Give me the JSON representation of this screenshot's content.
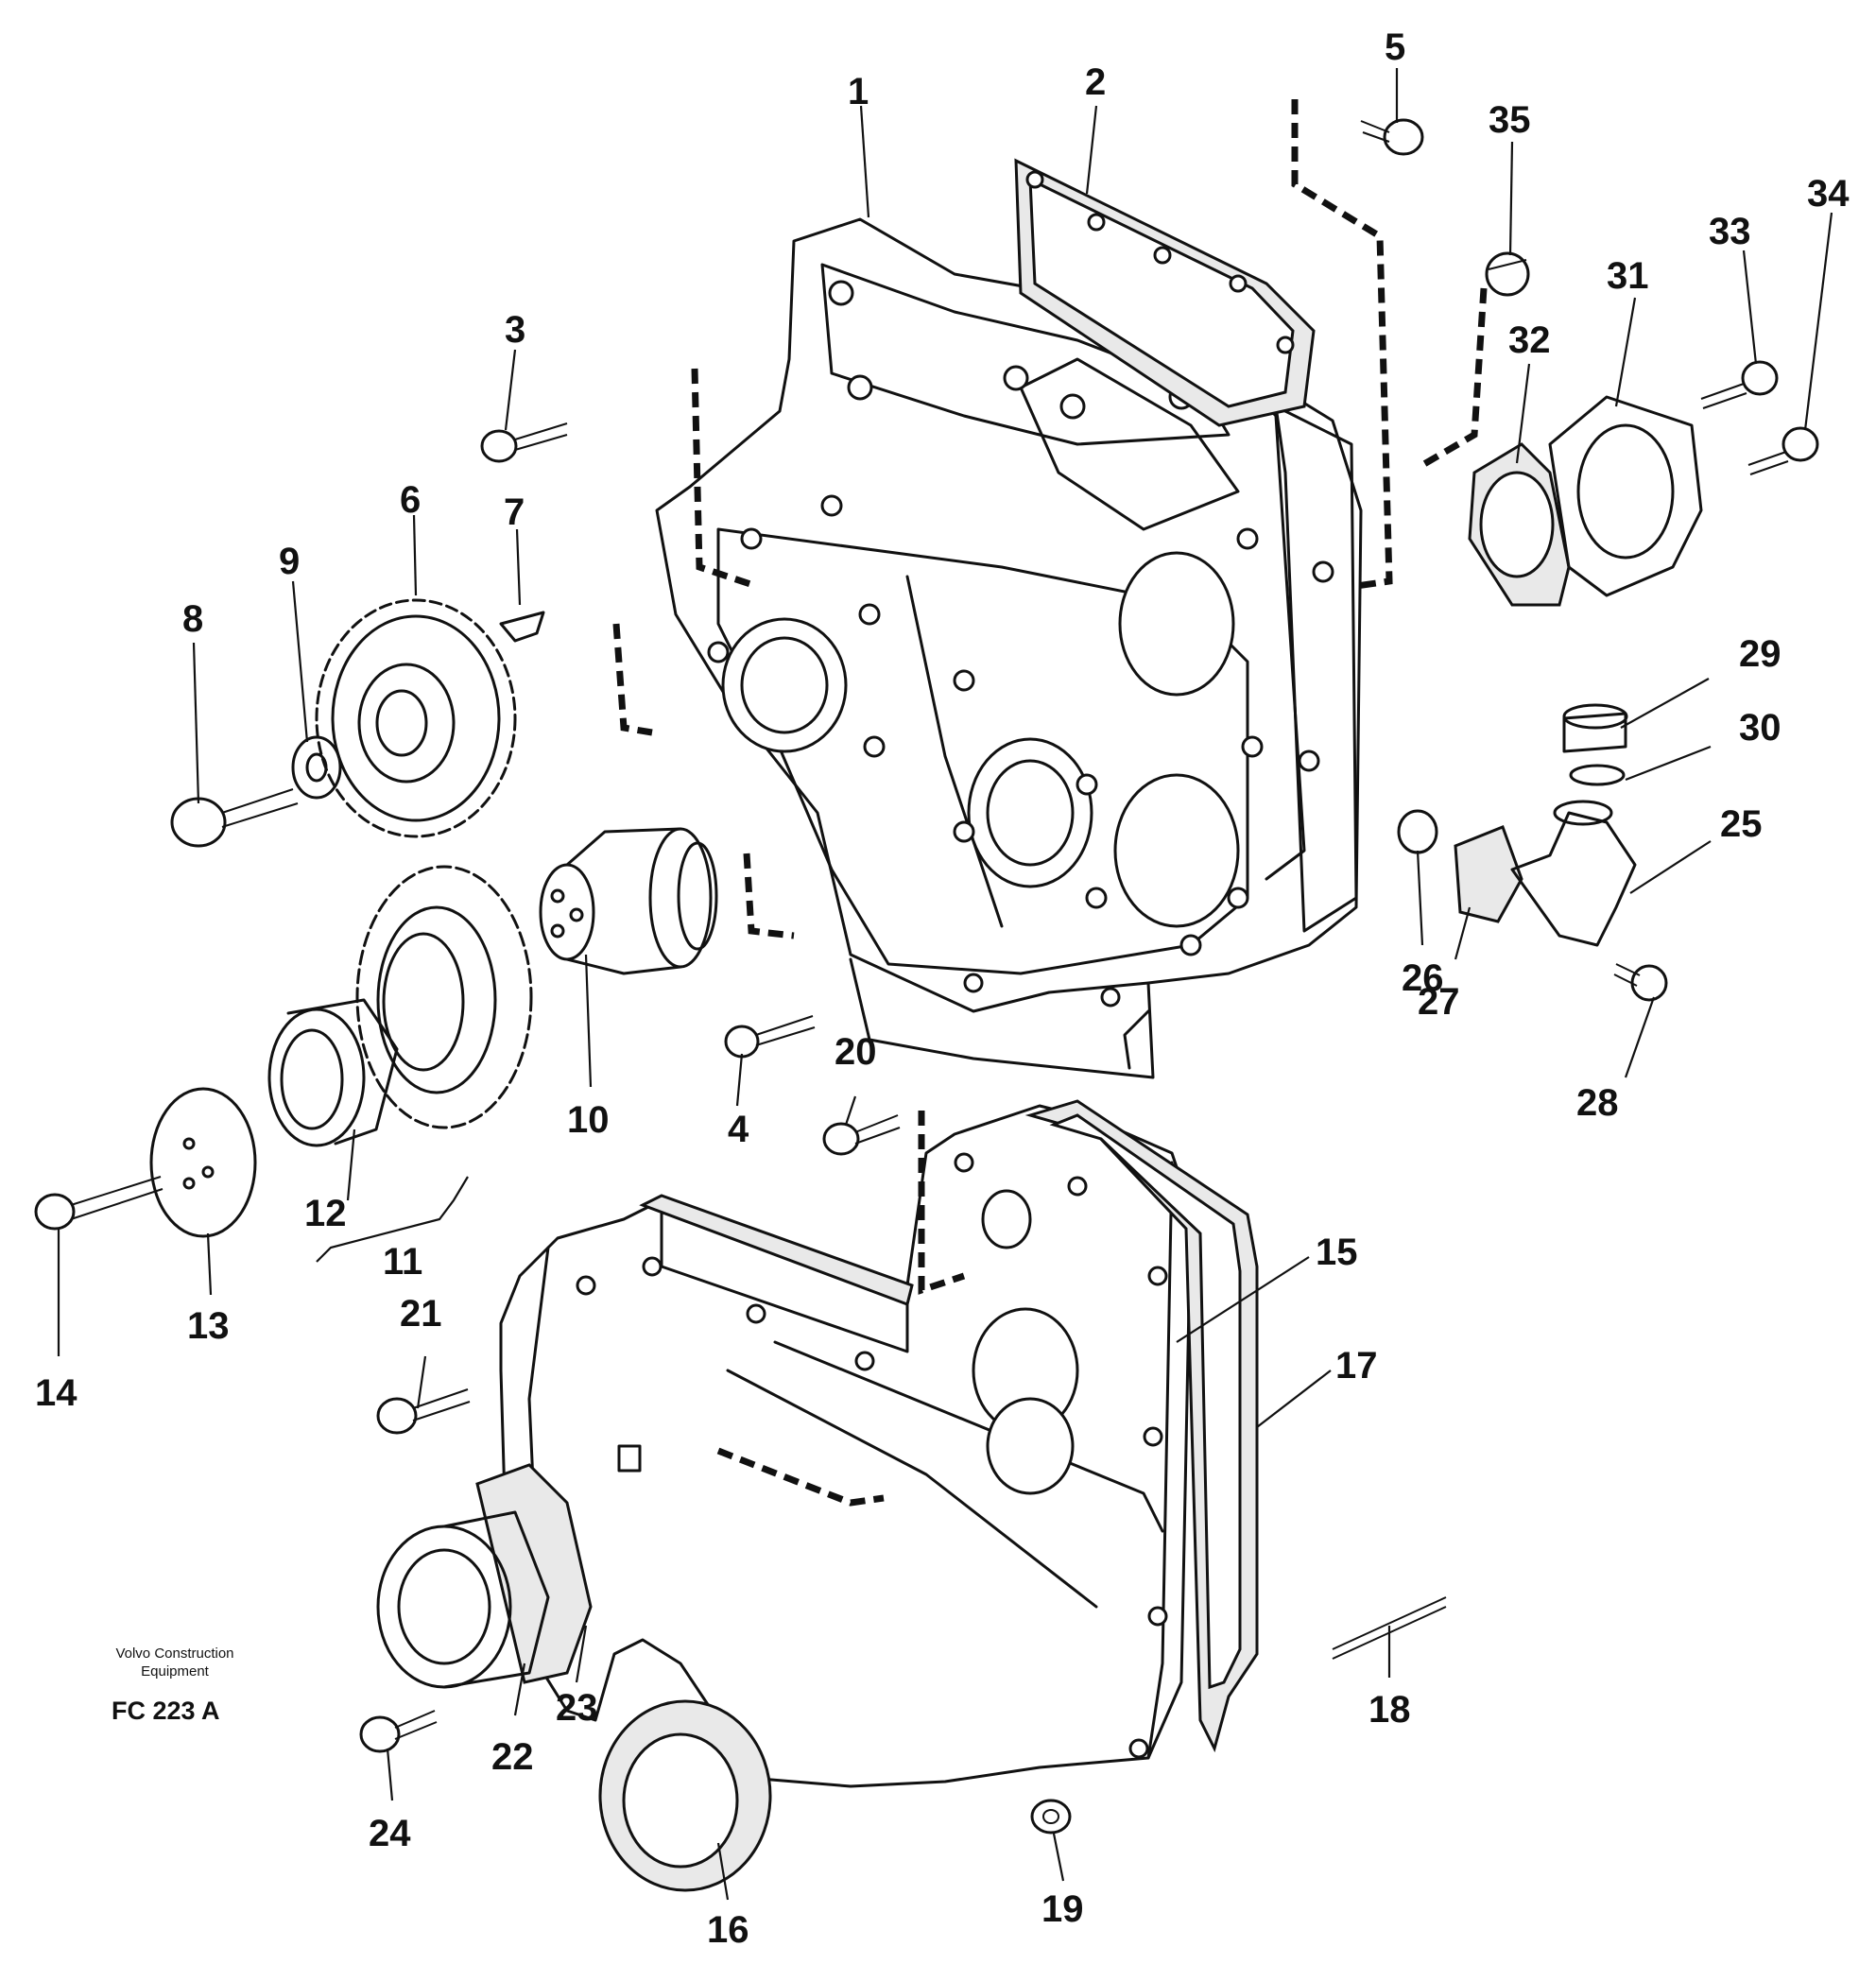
{
  "callouts": [
    "1",
    "2",
    "3",
    "4",
    "5",
    "6",
    "7",
    "8",
    "9",
    "10",
    "11",
    "12",
    "13",
    "14",
    "15",
    "16",
    "17",
    "18",
    "19",
    "20",
    "21",
    "22",
    "23",
    "24",
    "25",
    "26",
    "27",
    "28",
    "29",
    "30",
    "31",
    "32",
    "33",
    "34",
    "35"
  ],
  "credit": {
    "line1": "Volvo Construction",
    "line2": "Equipment"
  },
  "figure_code": "FC 223 A"
}
